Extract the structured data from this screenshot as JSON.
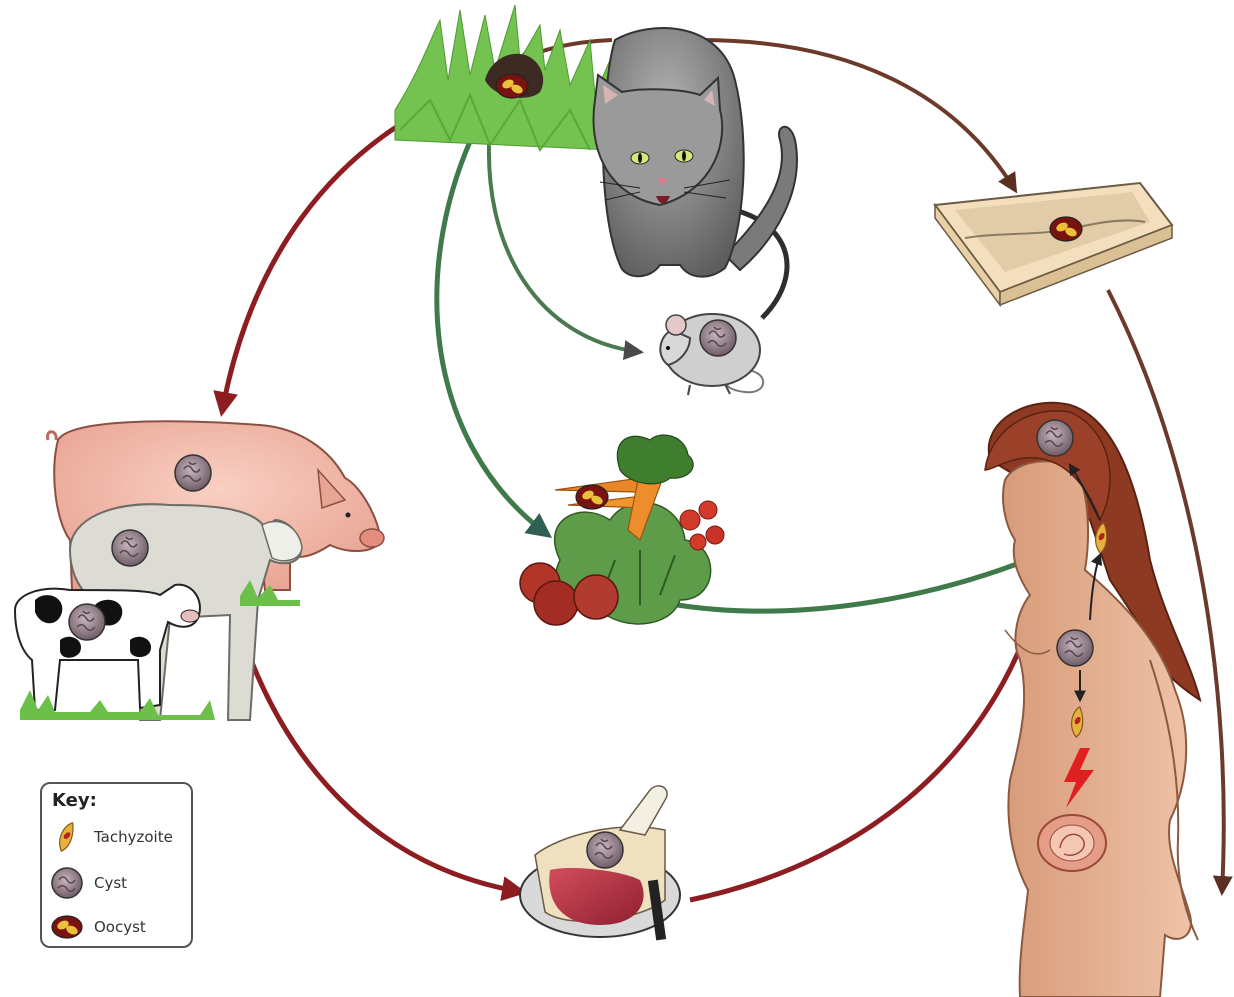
{
  "key": {
    "title": "Key:",
    "items": [
      {
        "label": "Tachyzoite",
        "icon": "tachyzoite-icon"
      },
      {
        "label": "Cyst",
        "icon": "cyst-icon"
      },
      {
        "label": "Oocyst",
        "icon": "oocyst-icon"
      }
    ]
  },
  "colors": {
    "red_arrow": "#8e1d22",
    "green_arrow": "#3f7a4a",
    "brown_arrow": "#6b3a2a",
    "gray_arrow": "#555555",
    "cyst": "#8f7b86",
    "oocyst": "#b2221e",
    "tachyzoite": "#e6b13c",
    "grass": "#6cc04a",
    "pig": "#f1b7a6",
    "sheep": "#dcdcd6",
    "cat": "#8a8a8a",
    "skin": "#e3ac8c",
    "hair": "#8e3a23",
    "meat": "#c23a4a",
    "litter_tray": "#f3dfbd"
  }
}
